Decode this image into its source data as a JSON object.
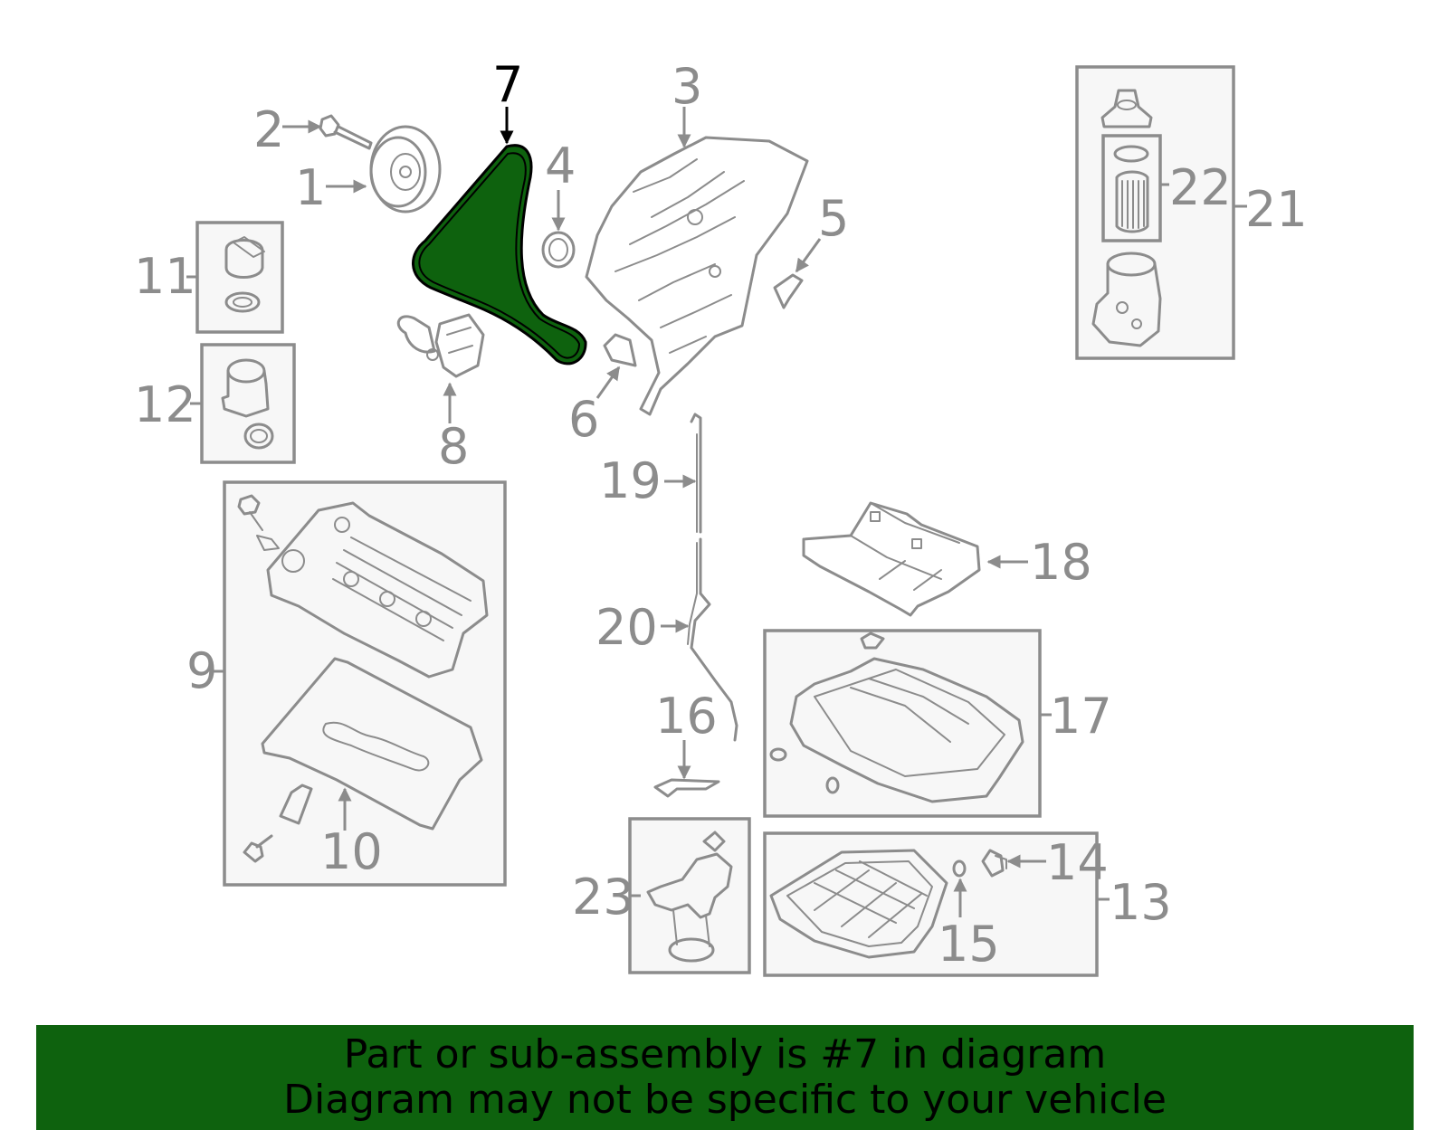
{
  "diagram": {
    "selected_part": "7",
    "highlight_color": "#0e620e",
    "line_color": "#8c8c8c",
    "callouts": {
      "c1": "1",
      "c2": "2",
      "c3": "3",
      "c4": "4",
      "c5": "5",
      "c6": "6",
      "c7": "7",
      "c8": "8",
      "c9": "9",
      "c10": "10",
      "c11": "11",
      "c12": "12",
      "c13": "13",
      "c14": "14",
      "c15": "15",
      "c16": "16",
      "c17": "17",
      "c18": "18",
      "c19": "19",
      "c20": "20",
      "c21": "21",
      "c22": "22",
      "c23": "23"
    }
  },
  "banner": {
    "line1": "Part or sub-assembly is #7 in diagram",
    "line2": "Diagram may not be specific to your vehicle",
    "background": "#0e620e"
  }
}
